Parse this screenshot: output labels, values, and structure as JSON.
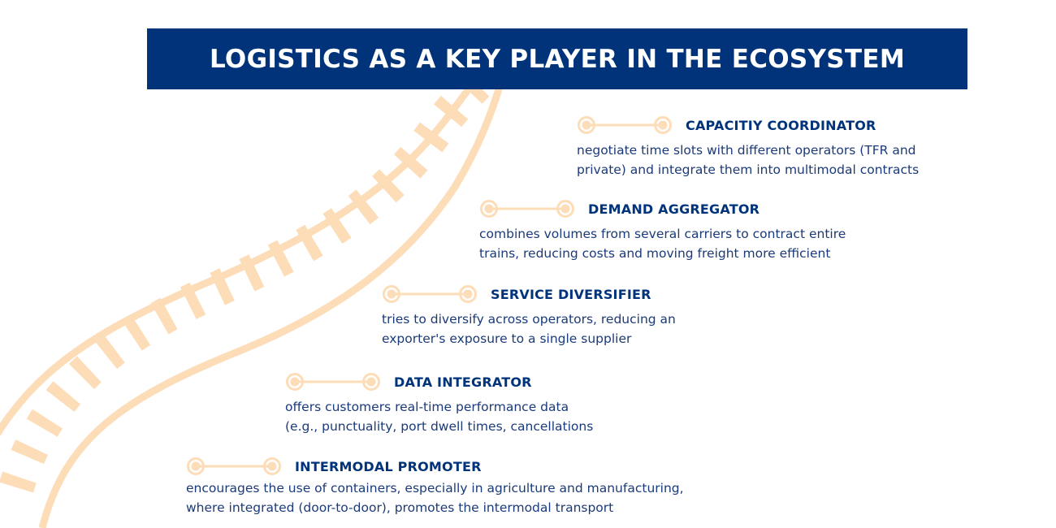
{
  "title": "LOGISTICS AS A KEY PLAYER IN THE ECOSYSTEM",
  "colors": {
    "navy": "#00337a",
    "rail": "#fddcb8"
  },
  "roles": [
    {
      "name": "CAPACITIY COORDINATOR",
      "lines": [
        "negotiate time slots with different operators (TFR and",
        "private) and integrate them into multimodal contracts"
      ]
    },
    {
      "name": "DEMAND AGGREGATOR",
      "lines": [
        "combines volumes from several carriers to contract entire",
        "trains, reducing costs and moving freight more efficient"
      ]
    },
    {
      "name": "SERVICE DIVERSIFIER",
      "lines": [
        "tries to diversify across operators, reducing an",
        "exporter's exposure to a single supplier"
      ]
    },
    {
      "name": "DATA INTEGRATOR",
      "lines": [
        "offers customers real-time performance data",
        "(e.g., punctuality, port dwell times, cancellations"
      ]
    },
    {
      "name": "INTERMODAL PROMOTER",
      "lines": [
        "encourages the use of containers, especially in agriculture and manufacturing,",
        "where integrated (door-to-door), promotes the intermodal transport"
      ]
    }
  ]
}
